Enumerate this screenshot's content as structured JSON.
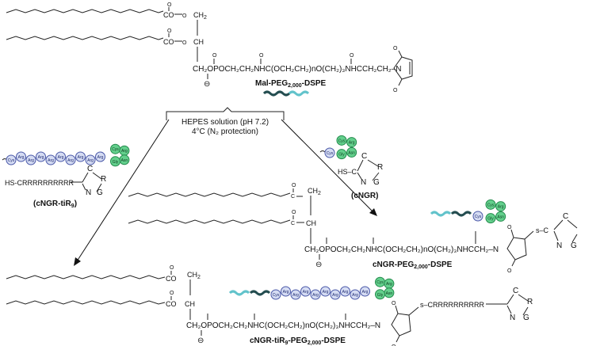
{
  "top_lipid": {
    "line_co_upper": "CO",
    "line_ch2": "CH",
    "line_ch2_sub": "2",
    "line_co_lower": "CO",
    "line_ch": "CH",
    "o_upper": "O",
    "o_lower": "O",
    "o_carbonyl_upper": "O",
    "o_carbonyl_lower": "O",
    "backbone": "CH₂OPOCH₂CH₂NHC(OCH₂CH₂)nO(CH₂)₃NHCCH₂CH₂–N",
    "phosphate_o": "O",
    "phosphate_minus": "⊖",
    "amide_o1": "O",
    "amide_o2": "O",
    "maleimide_o_top": "O",
    "maleimide_o_bottom": "O",
    "label": "Mal-PEG",
    "label_sub": "2,000",
    "label_suffix": "-DSPE"
  },
  "conditions": {
    "line1": "HEPES solution (pH 7.2)",
    "line2": "4°C (N₂ protection)"
  },
  "peptide_left": {
    "residues": [
      "Cys",
      "Arg",
      "Arg",
      "Arg",
      "Arg",
      "Arg",
      "Arg",
      "Arg",
      "Arg",
      "Arg"
    ],
    "green_residues": [
      "Cys",
      "Arg",
      "Asn",
      "Gly"
    ],
    "ring_c": "C",
    "ring_r": "R",
    "ring_n": "N",
    "ring_g": "G",
    "sequence": "HS-CRRRRRRRRRR",
    "label": "(cNGR-tiR",
    "label_sub": "9",
    "label_suffix": ")"
  },
  "peptide_right": {
    "residues": [
      "Cys"
    ],
    "green_residues": [
      "Cys",
      "Arg",
      "Asn",
      "Gly"
    ],
    "ring_c": "C",
    "ring_r": "R",
    "ring_n": "N",
    "ring_g": "G",
    "prefix": "HS–C",
    "label": "(cNGR)"
  },
  "middle_product": {
    "backbone": "CH₂OPOCH₂CH₂NHC(OCH₂CH₂)nO(CH₂)₃NHCCH₂–N",
    "co_upper": "O",
    "co_lower": "O",
    "ch2": "CH",
    "ch2_sub": "2",
    "ch_lower": "CH",
    "sulfur": "s–C",
    "ring_c": "C",
    "ring_n": "N",
    "ring_g": "G",
    "label": "cNGR-PEG",
    "label_sub": "2,000",
    "label_suffix": "-DSPE"
  },
  "bottom_product": {
    "backbone": "CH₂OPOCH₂CH₂NHC(OCH₂CH₂)nO(CH₂)₃NHCCH₂–N",
    "co_upper": "CO",
    "co_lower": "CO",
    "ch2": "CH",
    "ch2_sub": "2",
    "ch_lower": "CH",
    "sequence": "s–CRRRRRRRRRR",
    "ring_c": "C",
    "ring_r": "R",
    "ring_n": "N",
    "ring_g": "G",
    "label": "cNGR-tiR",
    "label_sub": "9",
    "label_mid": "-PEG",
    "label_sub2": "2,000",
    "label_suffix": "-DSPE"
  },
  "colors": {
    "peptide_blue": "#d5dcf3",
    "peptide_green": "#63cf8c",
    "peg_dark": "#244d50",
    "peg_light": "#62c3cb"
  }
}
